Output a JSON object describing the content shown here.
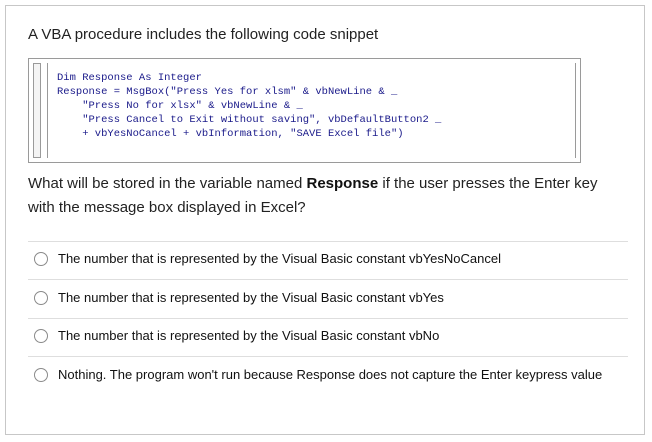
{
  "intro": "A VBA procedure includes the following code snippet",
  "code": {
    "lines": [
      "Dim Response As Integer",
      "Response = MsgBox(\"Press Yes for xlsm\" & vbNewLine & _",
      "    \"Press No for xlsx\" & vbNewLine & _",
      "    \"Press Cancel to Exit without saving\", vbDefaultButton2 _",
      "    + vbYesNoCancel + vbInformation, \"SAVE Excel file\")"
    ]
  },
  "question": {
    "before": "What will be stored in the variable named ",
    "bold": "Response",
    "after": " if the user presses the Enter key with the message box displayed in Excel?"
  },
  "options": [
    {
      "label": "The number that is represented by the Visual Basic constant vbYesNoCancel"
    },
    {
      "label": "The number that is represented by the Visual Basic constant vbYes"
    },
    {
      "label": "The number that is represented by the Visual Basic constant vbNo"
    },
    {
      "label": "Nothing. The program won't run because Response does not capture the Enter keypress value"
    }
  ]
}
